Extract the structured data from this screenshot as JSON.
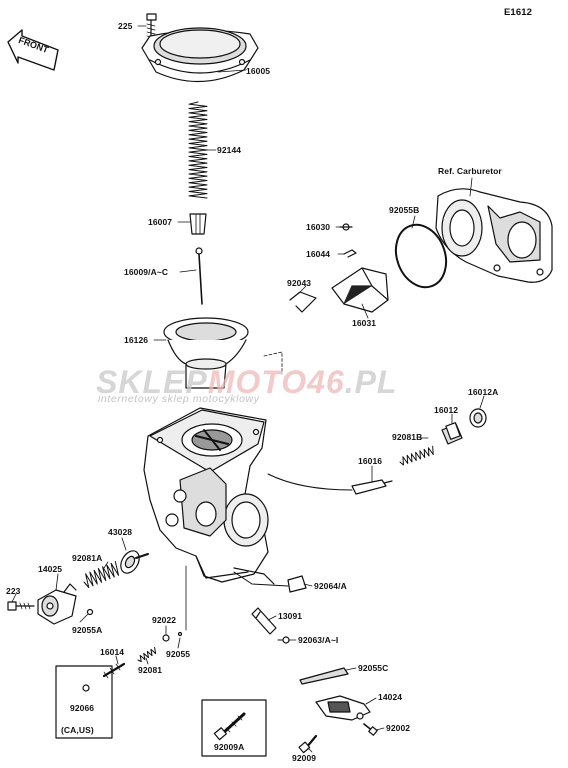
{
  "diagram_code": "E1612",
  "front_label": "FRONT",
  "ref_label": "Ref. Carburetor",
  "region_label": "(CA,US)",
  "watermark": {
    "brand_part1": "SKLEP",
    "brand_part2": "MOTO",
    "brand_part3": "46",
    "brand_part4": ".PL",
    "tagline": "internetowy sklep motocyklowy"
  },
  "parts": [
    {
      "id": "p225",
      "label": "225"
    },
    {
      "id": "p16005",
      "label": "16005"
    },
    {
      "id": "p92144",
      "label": "92144"
    },
    {
      "id": "p16007",
      "label": "16007"
    },
    {
      "id": "p16009",
      "label": "16009/A~C"
    },
    {
      "id": "p16126",
      "label": "16126"
    },
    {
      "id": "p16030",
      "label": "16030"
    },
    {
      "id": "p16044",
      "label": "16044"
    },
    {
      "id": "p92043",
      "label": "92043"
    },
    {
      "id": "p16031",
      "label": "16031"
    },
    {
      "id": "p92055B",
      "label": "92055B"
    },
    {
      "id": "p16012A",
      "label": "16012A"
    },
    {
      "id": "p16012",
      "label": "16012"
    },
    {
      "id": "p92081B",
      "label": "92081B"
    },
    {
      "id": "p16016",
      "label": "16016"
    },
    {
      "id": "p43028",
      "label": "43028"
    },
    {
      "id": "p92081A",
      "label": "92081A"
    },
    {
      "id": "p14025",
      "label": "14025"
    },
    {
      "id": "p223",
      "label": "223"
    },
    {
      "id": "p92055A",
      "label": "92055A"
    },
    {
      "id": "p92064",
      "label": "92064/A"
    },
    {
      "id": "p13091",
      "label": "13091"
    },
    {
      "id": "p92022",
      "label": "92022"
    },
    {
      "id": "p92063",
      "label": "92063/A~I"
    },
    {
      "id": "p92055",
      "label": "92055"
    },
    {
      "id": "p16014",
      "label": "16014"
    },
    {
      "id": "p92081",
      "label": "92081"
    },
    {
      "id": "p92055C",
      "label": "92055C"
    },
    {
      "id": "p92066",
      "label": "92066"
    },
    {
      "id": "p14024",
      "label": "14024"
    },
    {
      "id": "p92002",
      "label": "92002"
    },
    {
      "id": "p92009A",
      "label": "92009A"
    },
    {
      "id": "p92009",
      "label": "92009"
    }
  ]
}
